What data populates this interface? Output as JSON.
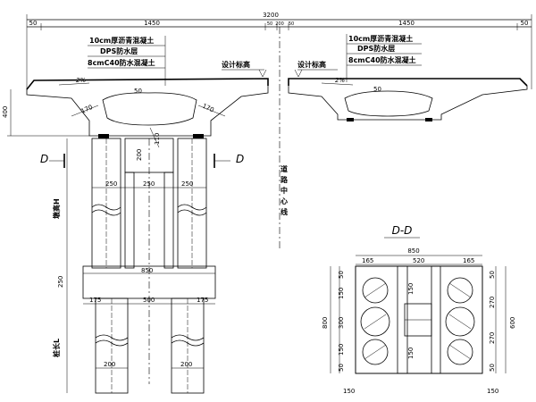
{
  "top_dims": {
    "total": "3200",
    "left_edge": "50",
    "left_span": "1450",
    "center_gap": "200",
    "center_left": "50",
    "center_right": "50",
    "right_span": "1450",
    "right_edge": "50"
  },
  "left_layers": {
    "asphalt": "10cm厚沥青混凝土",
    "waterproof": "DPS防水层",
    "concrete": "8cmC40防水混凝土"
  },
  "right_layers": {
    "asphalt": "10cm厚沥青混凝土",
    "waterproof": "DPS防水层",
    "concrete": "8cmC40防水混凝土"
  },
  "design_elev_left": "设计标高",
  "design_elev_right": "设计标高",
  "slope_left": "2%",
  "slope_right": "2%",
  "girder_height": "400",
  "web_left": "170",
  "web_right": "170",
  "small_rib_left": "50",
  "small_rib_right": "50",
  "pier_cap": "110",
  "pier_top_block": "200",
  "section_left": "D",
  "section_right": "D",
  "road_center": "道路中心线",
  "col_dims": {
    "left": "250",
    "mid": "250",
    "right": "250"
  },
  "pier_height_label": "墩高H",
  "cap_width": "850",
  "cap_thickness": "250",
  "pile_spacing": {
    "left": "175",
    "mid": "500",
    "right": "175"
  },
  "pile_length_label": "桩长L",
  "pile_dia_left": "200",
  "pile_dia_right": "200",
  "dd": {
    "title": "D-D",
    "total_width": "850",
    "w_left": "165",
    "w_mid": "520",
    "w_right": "165",
    "left_v": [
      "50",
      "150",
      "300",
      "150",
      "50"
    ],
    "right_v": [
      "50",
      "270",
      "270",
      "50"
    ],
    "total_height": "800",
    "right_total": "600",
    "bot_left": "150",
    "bot_right": "150",
    "mid_marks": [
      "150",
      "150"
    ]
  }
}
